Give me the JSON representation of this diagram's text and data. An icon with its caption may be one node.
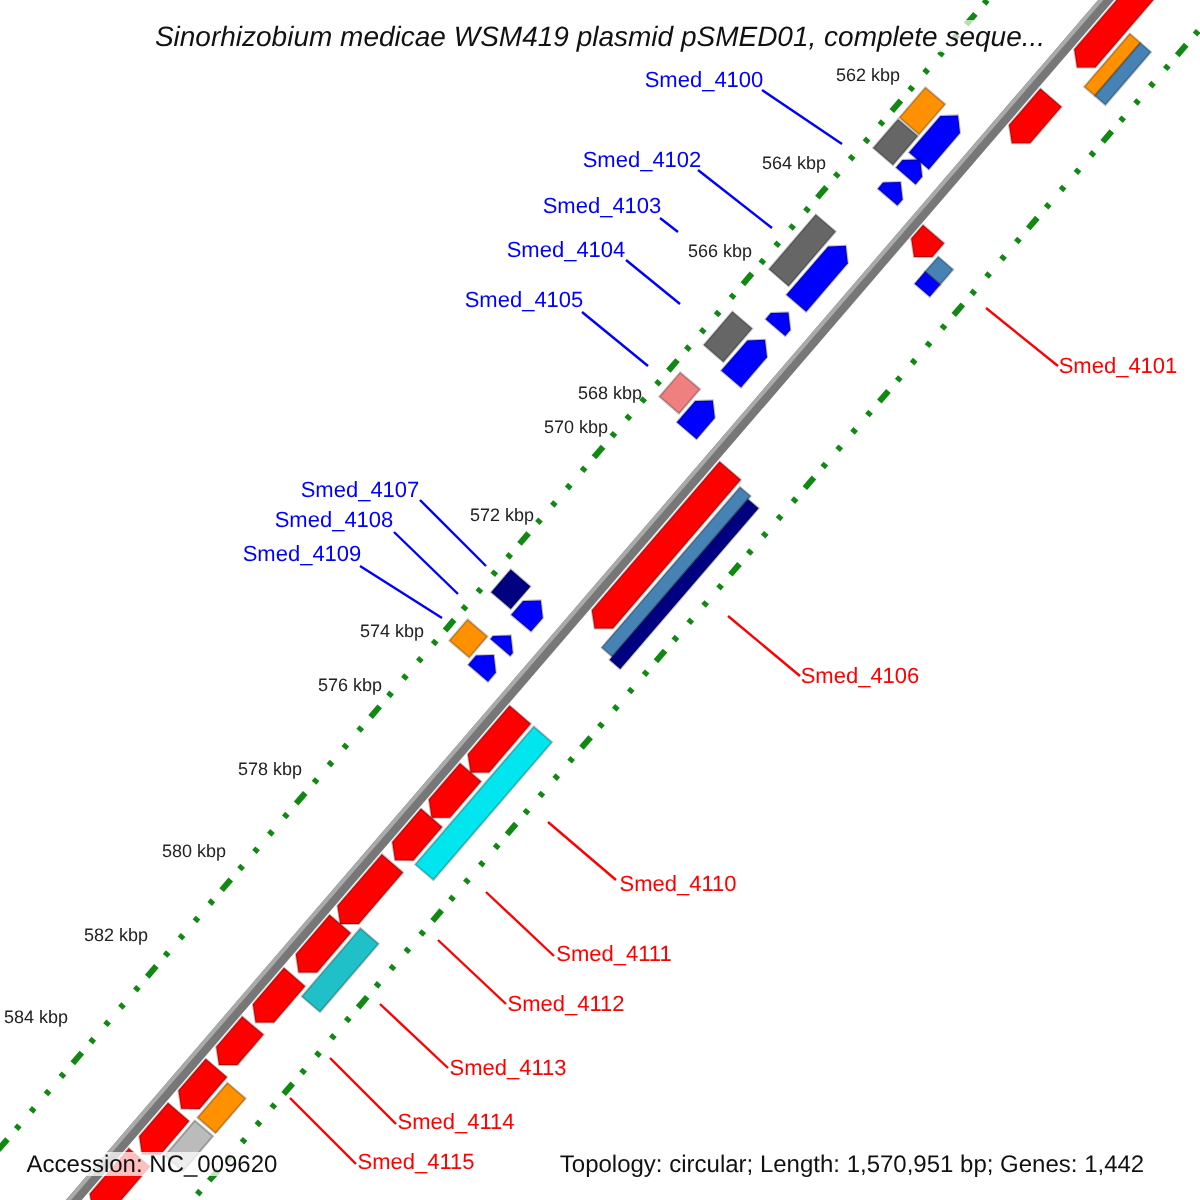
{
  "diagram": {
    "title": "Sinorhizobium medicae WSM419 plasmid pSMED01, complete seque...",
    "nodes": [
      {
        "text": [
          "Smed_4100"
        ]
      },
      {
        "text": [
          "Smed_4102"
        ]
      },
      {
        "text": [
          "Smed_4103"
        ]
      },
      {
        "text": [
          "Smed_4104"
        ]
      },
      {
        "text": [
          "Smed_4105"
        ]
      },
      {
        "text": [
          "Smed_4101"
        ]
      },
      {
        "text": [
          "Smed_4107"
        ]
      },
      {
        "text": [
          "Smed_4108"
        ]
      },
      {
        "text": [
          "Smed_4109"
        ]
      },
      {
        "text": [
          "Smed_4106"
        ]
      },
      {
        "text": [
          "Smed_4110"
        ]
      },
      {
        "text": [
          "Smed_4111"
        ]
      },
      {
        "text": [
          "Smed_4112"
        ]
      },
      {
        "text": [
          "Smed_4113"
        ]
      },
      {
        "text": [
          "Smed_4114"
        ]
      },
      {
        "text": [
          "Smed_4115"
        ]
      }
    ],
    "edges": [
      {
        "from": 0,
        "to": null,
        "arrow": "none",
        "color": "#0000ff"
      },
      {
        "from": 1,
        "to": null,
        "arrow": "none",
        "color": "#0000ff"
      },
      {
        "from": 2,
        "to": null,
        "arrow": "none",
        "color": "#0000ff"
      },
      {
        "from": 3,
        "to": null,
        "arrow": "none",
        "color": "#0000ff"
      },
      {
        "from": 4,
        "to": null,
        "arrow": "none",
        "color": "#0000ff"
      },
      {
        "from": 5,
        "to": null,
        "arrow": "none",
        "color": "#ff0000"
      },
      {
        "from": 6,
        "to": null,
        "arrow": "none",
        "color": "#0000ff"
      },
      {
        "from": 7,
        "to": null,
        "arrow": "none",
        "color": "#0000ff"
      },
      {
        "from": 8,
        "to": null,
        "arrow": "none",
        "color": "#0000ff"
      },
      {
        "from": 9,
        "to": null,
        "arrow": "none",
        "color": "#ff0000"
      },
      {
        "from": 10,
        "to": null,
        "arrow": "none",
        "color": "#ff0000"
      },
      {
        "from": 11,
        "to": null,
        "arrow": "none",
        "color": "#ff0000"
      },
      {
        "from": 12,
        "to": null,
        "arrow": "none",
        "color": "#ff0000"
      },
      {
        "from": 13,
        "to": null,
        "arrow": "none",
        "color": "#ff0000"
      },
      {
        "from": 14,
        "to": null,
        "arrow": "none",
        "color": "#ff0000"
      },
      {
        "from": 15,
        "to": null,
        "arrow": "none",
        "color": "#ff0000"
      }
    ],
    "labels": [
      "562 kbp",
      "564 kbp",
      "566 kbp",
      "568 kbp",
      "570 kbp",
      "572 kbp",
      "574 kbp",
      "576 kbp",
      "578 kbp",
      "580 kbp",
      "582 kbp",
      "584 kbp",
      "Accession: NC_009620",
      "Topology: circular; Length: 1,570,951 bp; Genes: 1,442"
    ]
  }
}
